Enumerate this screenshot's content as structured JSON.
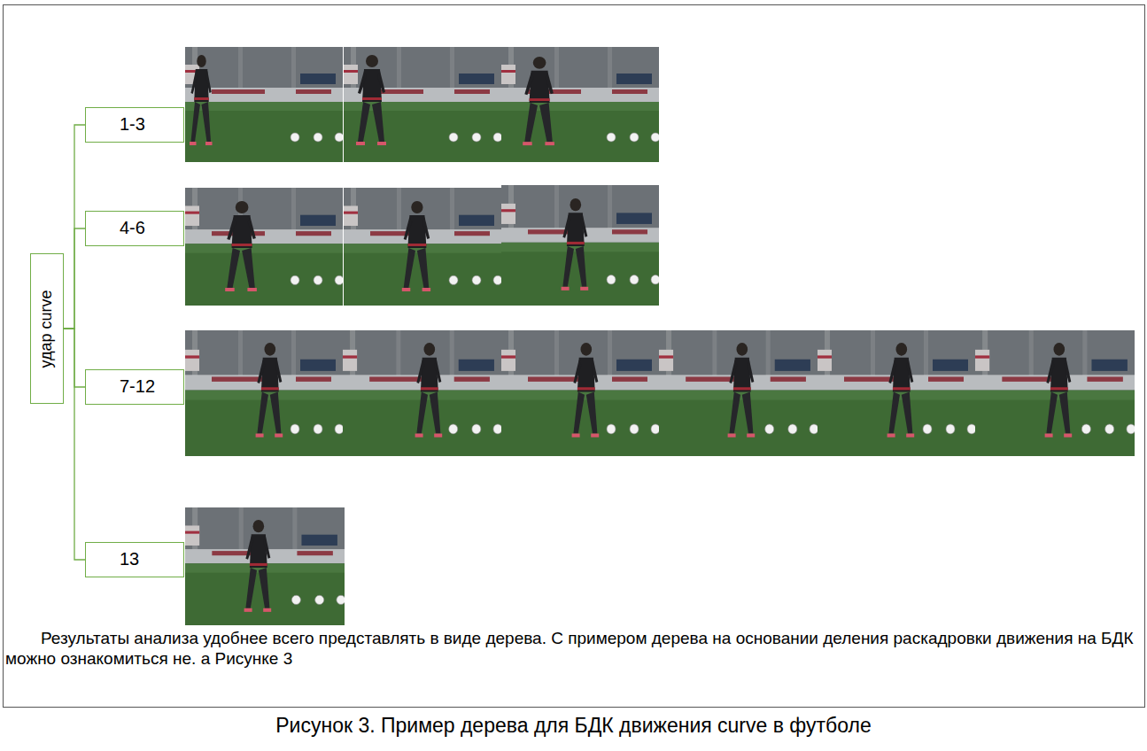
{
  "diagram": {
    "caption": "Рисунок 3. Пример дерева для БДК движения curve в футболе",
    "nodes": [
      {
        "text": [
          "удар curve"
        ]
      },
      {
        "text": [
          "1-3"
        ]
      },
      {
        "text": [
          "4-6"
        ]
      },
      {
        "text": [
          "7-12"
        ]
      },
      {
        "text": [
          "13"
        ]
      }
    ],
    "edges": [
      {
        "from": 0,
        "to": 1,
        "arrow": "none"
      },
      {
        "from": 0,
        "to": 2,
        "arrow": "none"
      },
      {
        "from": 0,
        "to": 3,
        "arrow": "none"
      },
      {
        "from": 0,
        "to": 4,
        "arrow": "none"
      }
    ],
    "labels": [
      "Результаты анализа удобнее всего представлять в виде дерева. С примером дерева на основании деления раскадровки движения на БДК можно ознакомиться не. а Рисунке 3"
    ]
  }
}
